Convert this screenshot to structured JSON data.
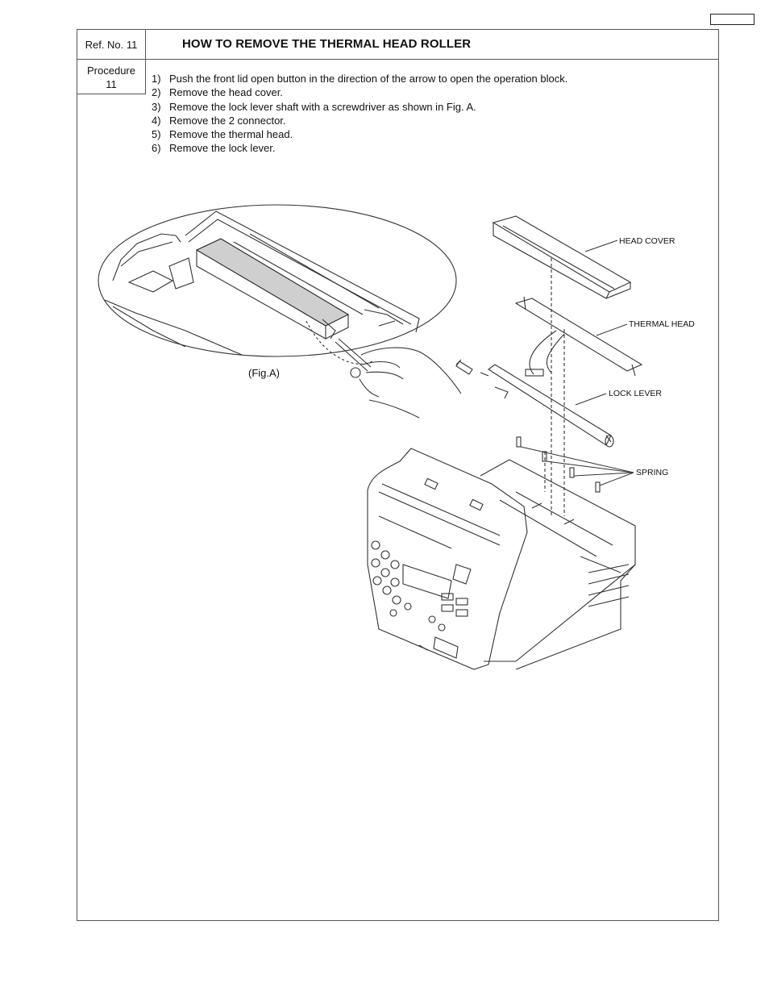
{
  "header": {
    "ref_no": "Ref. No. 11",
    "title": "HOW TO REMOVE THE THERMAL HEAD ROLLER",
    "procedure_label": "Procedure",
    "procedure_no": "11"
  },
  "steps": [
    {
      "num": "1)",
      "text": "Push the front lid open button in the direction of the arrow to open the operation block."
    },
    {
      "num": "2)",
      "text": "Remove the head cover."
    },
    {
      "num": "3)",
      "text": "Remove the lock lever shaft with a screwdriver as shown in Fig. A."
    },
    {
      "num": "4)",
      "text": "Remove the 2 connector."
    },
    {
      "num": "5)",
      "text": "Remove the thermal head."
    },
    {
      "num": "6)",
      "text": "Remove the lock lever."
    }
  ],
  "figure": {
    "fig_label": "(Fig.A)",
    "callouts": {
      "head_cover": "HEAD COVER",
      "thermal_head": "THERMAL HEAD",
      "lock_lever": "LOCK LEVER",
      "spring": "SPRING"
    }
  }
}
